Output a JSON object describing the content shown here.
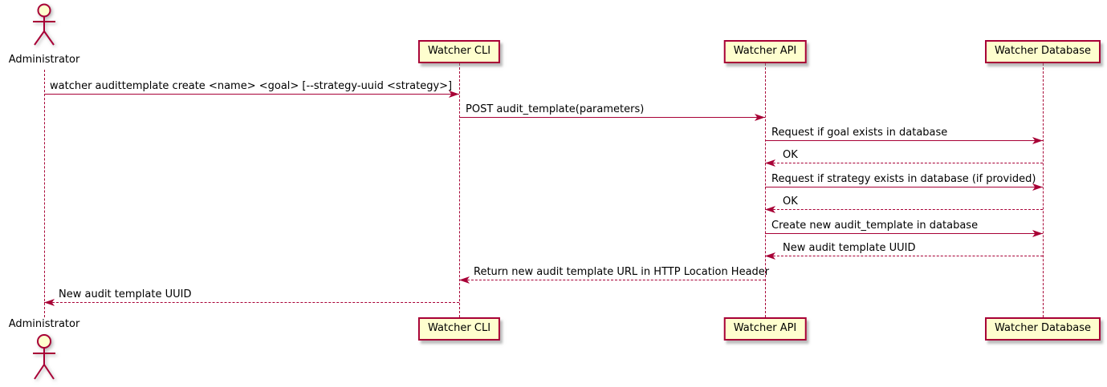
{
  "diagram_type": "uml-sequence",
  "actor": {
    "name": "Administrator"
  },
  "participants": [
    {
      "name": "Watcher CLI"
    },
    {
      "name": "Watcher API"
    },
    {
      "name": "Watcher Database"
    }
  ],
  "messages": [
    {
      "from": "Administrator",
      "to": "Watcher CLI",
      "style": "solid",
      "label": "watcher audittemplate create <name> <goal> [--strategy-uuid <strategy>]"
    },
    {
      "from": "Watcher CLI",
      "to": "Watcher API",
      "style": "solid",
      "label": "POST audit_template(parameters)"
    },
    {
      "from": "Watcher API",
      "to": "Watcher Database",
      "style": "solid",
      "label": "Request if goal exists in database"
    },
    {
      "from": "Watcher Database",
      "to": "Watcher API",
      "style": "dashed",
      "label": "OK"
    },
    {
      "from": "Watcher API",
      "to": "Watcher Database",
      "style": "solid",
      "label": "Request if strategy exists in database (if provided)"
    },
    {
      "from": "Watcher Database",
      "to": "Watcher API",
      "style": "dashed",
      "label": "OK"
    },
    {
      "from": "Watcher API",
      "to": "Watcher Database",
      "style": "solid",
      "label": "Create new audit_template in database"
    },
    {
      "from": "Watcher Database",
      "to": "Watcher API",
      "style": "dashed",
      "label": "New audit template UUID"
    },
    {
      "from": "Watcher API",
      "to": "Watcher CLI",
      "style": "dashed",
      "label": "Return new audit template URL in HTTP Location Header"
    },
    {
      "from": "Watcher CLI",
      "to": "Administrator",
      "style": "dashed",
      "label": "New audit template UUID"
    }
  ],
  "colors": {
    "accent": "#A80036",
    "participant_fill": "#FEFECE",
    "text": "#000000",
    "background": "#FFFFFF"
  }
}
